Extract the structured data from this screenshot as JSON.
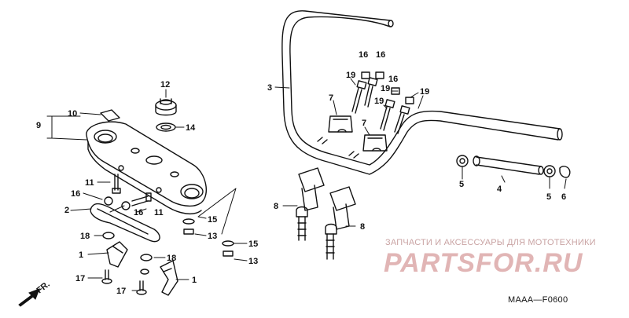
{
  "diagram": {
    "callouts": [
      {
        "id": "c1a",
        "label": "1"
      },
      {
        "id": "c1b",
        "label": "1"
      },
      {
        "id": "c2",
        "label": "2"
      },
      {
        "id": "c3",
        "label": "3"
      },
      {
        "id": "c4",
        "label": "4"
      },
      {
        "id": "c5a",
        "label": "5"
      },
      {
        "id": "c5b",
        "label": "5"
      },
      {
        "id": "c6",
        "label": "6"
      },
      {
        "id": "c7a",
        "label": "7"
      },
      {
        "id": "c7b",
        "label": "7"
      },
      {
        "id": "c8a",
        "label": "8"
      },
      {
        "id": "c8b",
        "label": "8"
      },
      {
        "id": "c9",
        "label": "9"
      },
      {
        "id": "c10",
        "label": "10"
      },
      {
        "id": "c11a",
        "label": "11"
      },
      {
        "id": "c11b",
        "label": "11"
      },
      {
        "id": "c12",
        "label": "12"
      },
      {
        "id": "c13a",
        "label": "13"
      },
      {
        "id": "c13b",
        "label": "13"
      },
      {
        "id": "c14",
        "label": "14"
      },
      {
        "id": "c15a",
        "label": "15"
      },
      {
        "id": "c15b",
        "label": "15"
      },
      {
        "id": "c16a",
        "label": "16"
      },
      {
        "id": "c16b",
        "label": "16"
      },
      {
        "id": "c16c",
        "label": "16"
      },
      {
        "id": "c16d",
        "label": "16"
      },
      {
        "id": "c16e",
        "label": "16"
      },
      {
        "id": "c17a",
        "label": "17"
      },
      {
        "id": "c17b",
        "label": "17"
      },
      {
        "id": "c18a",
        "label": "18"
      },
      {
        "id": "c18b",
        "label": "18"
      },
      {
        "id": "c19a",
        "label": "19"
      },
      {
        "id": "c19b",
        "label": "19"
      },
      {
        "id": "c19c",
        "label": "19"
      },
      {
        "id": "c19d",
        "label": "19"
      }
    ],
    "front_indicator": "FR.",
    "diagram_code": "MAAA—F0600"
  },
  "watermark": {
    "tagline": "ЗАПЧАСТИ И АКСЕССУАРЫ ДЛЯ МОТОТЕХНИКИ",
    "logo": "PARTSFOR.RU"
  }
}
